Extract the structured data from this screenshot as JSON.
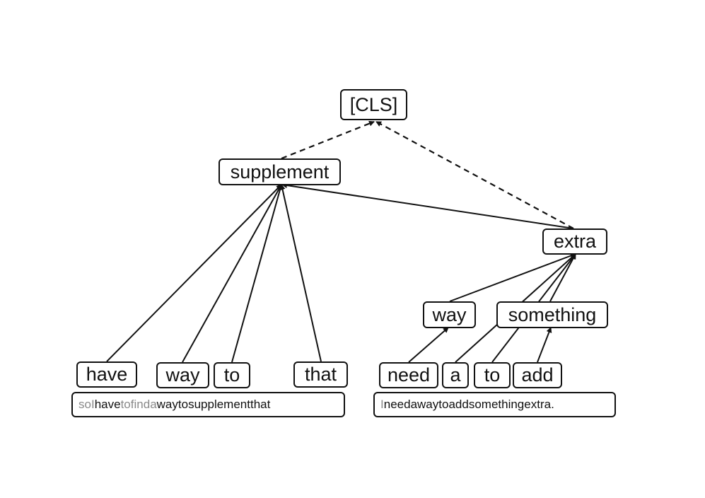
{
  "nodes": {
    "cls": "[CLS]",
    "supplement": "supplement",
    "extra": "extra",
    "way_mid": "way",
    "something": "something",
    "have": "have",
    "way_left": "way",
    "to_left": "to",
    "that": "that",
    "need": "need",
    "a": "a",
    "to_right": "to",
    "add": "add"
  },
  "sentences": [
    {
      "words": [
        {
          "text": "so",
          "highlight": false
        },
        {
          "text": "I",
          "highlight": false
        },
        {
          "text": "have",
          "highlight": true
        },
        {
          "text": "to",
          "highlight": false
        },
        {
          "text": "find",
          "highlight": false
        },
        {
          "text": "a",
          "highlight": false
        },
        {
          "text": "way",
          "highlight": true
        },
        {
          "text": "to",
          "highlight": true
        },
        {
          "text": "supplement",
          "highlight": true
        },
        {
          "text": "that",
          "highlight": true
        }
      ]
    },
    {
      "words": [
        {
          "text": "I",
          "highlight": false
        },
        {
          "text": "need",
          "highlight": true
        },
        {
          "text": "a",
          "highlight": true
        },
        {
          "text": "way",
          "highlight": true
        },
        {
          "text": "to",
          "highlight": true
        },
        {
          "text": "add",
          "highlight": true
        },
        {
          "text": "something",
          "highlight": true
        },
        {
          "text": "extra",
          "highlight": true
        },
        {
          "text": ".",
          "highlight": true
        }
      ]
    }
  ],
  "colors": {
    "highlight_text": "#111111",
    "dim_text": "#8a8a8a",
    "edge": "#111111"
  }
}
